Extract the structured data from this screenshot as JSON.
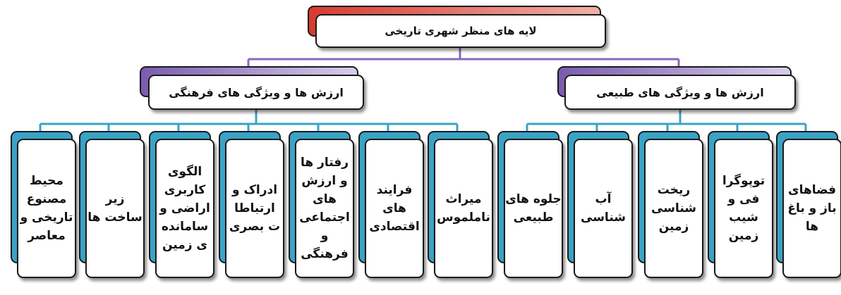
{
  "root": {
    "label": "لایه های منظر شهری تاریخی"
  },
  "categories": [
    {
      "label": "ارزش ها و ویژگی های فرهنگی",
      "children": [
        "محیط مصنوع تاریخی و معاصر",
        "زیر ساخت ها",
        "الگوی کاربری اراضی و سامانده ی زمین",
        "ادراک و ارتباطا ت بصری",
        "رفتار ها و ارزش های اجتماعی و فرهنگی",
        "فرایند های اقتصادی",
        "میراث ناملموس"
      ]
    },
    {
      "label": "ارزش ها و ویژگی های طبیعی",
      "children": [
        "جلوه های طبیعی",
        "آب شناسی",
        "ریخت شناسی زمین",
        "توپوگرا فی و شیب زمین",
        "فضاهای باز و باغ ها"
      ]
    }
  ],
  "colors": {
    "root_accent": "#d83a2f",
    "category_accent": "#7b5cb0",
    "leaf_accent": "#3aa3c6",
    "border": "#1a1a1a"
  }
}
